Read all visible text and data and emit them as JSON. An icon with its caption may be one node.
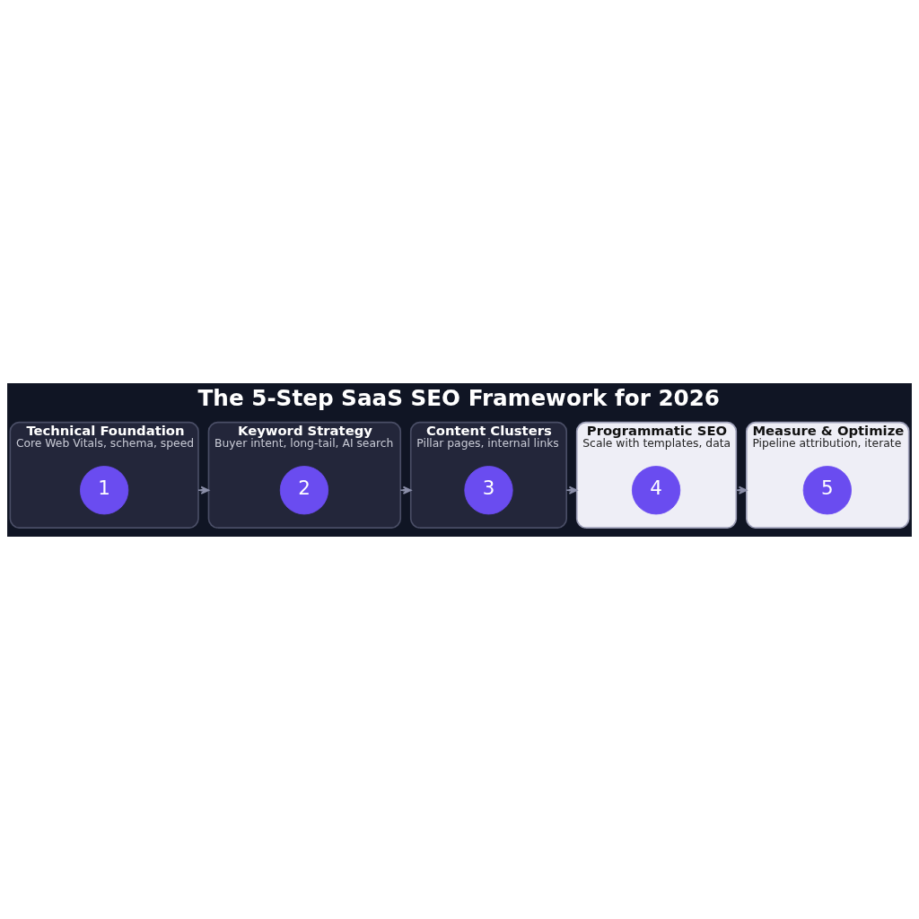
{
  "diagram": {
    "title": "The 5-Step SaaS SEO Framework for 2026",
    "nodes": [
      {
        "text": [
          "Technical Foundation",
          "Core Web Vitals, schema, speed"
        ]
      },
      {
        "text": [
          "1"
        ],
        "in": 0
      },
      {
        "text": [
          "Keyword Strategy",
          "Buyer intent, long-tail, AI search"
        ]
      },
      {
        "text": [
          "2"
        ],
        "in": 2
      },
      {
        "text": [
          "Content Clusters",
          "Pillar pages, internal links"
        ]
      },
      {
        "text": [
          "3"
        ],
        "in": 4
      },
      {
        "text": [
          "Programmatic SEO",
          "Scale with templates, data"
        ]
      },
      {
        "text": [
          "4"
        ],
        "in": 6
      },
      {
        "text": [
          "Measure & Optimize",
          "Pipeline attribution, iterate"
        ]
      },
      {
        "text": [
          "5"
        ],
        "in": 8
      }
    ],
    "edges": [
      {
        "from": 0,
        "to": 2,
        "arrow": "to"
      },
      {
        "from": 2,
        "to": 4,
        "arrow": "to"
      },
      {
        "from": 4,
        "to": 6,
        "arrow": "to"
      },
      {
        "from": 6,
        "to": 8,
        "arrow": "to"
      }
    ]
  }
}
